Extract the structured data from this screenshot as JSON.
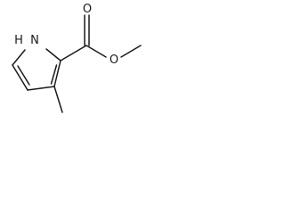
{
  "molecule": {
    "atoms": {
      "nitrogen": "N",
      "nitrogen_hydrogen": "H",
      "carbonyl_oxygen": "O",
      "ester_oxygen": "O"
    },
    "colors": {
      "line": "#1a1a1a",
      "background": "#ffffff"
    }
  }
}
